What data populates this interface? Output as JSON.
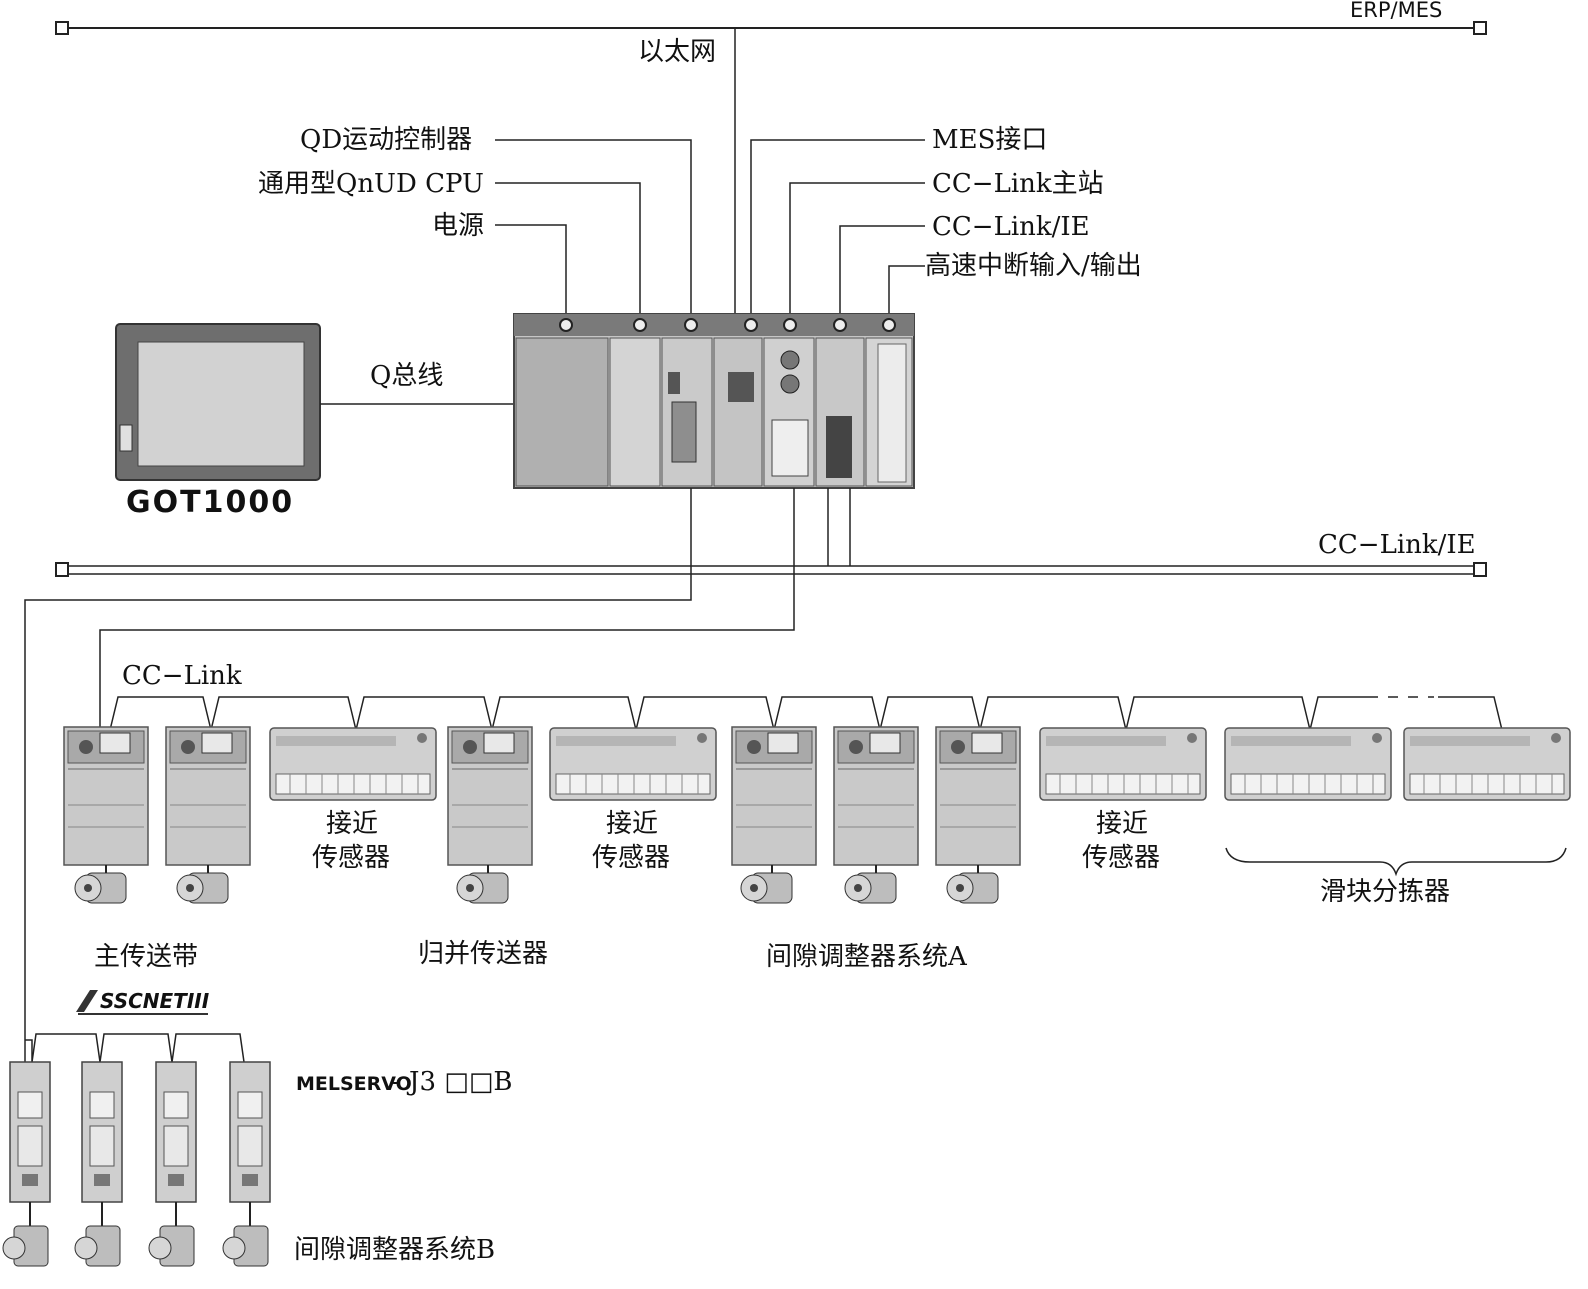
{
  "labels": {
    "erp_mes": "ERP/MES",
    "ethernet": "以太网",
    "qd_motion": "QD运动控制器",
    "qnud_cpu": "通用型QnUD CPU",
    "power": "电源",
    "mes_interface": "MES接口",
    "cclink_master": "CC−Link主站",
    "cclink_ie_module": "CC−Link/IE",
    "high_speed_io": "高速中断输入/输出",
    "q_bus": "Q总线",
    "got_logo": "GOT1000",
    "cclink_ie_network": "CC−Link/IE",
    "cclink_network": "CC−Link",
    "prox_sensor_1a": "接近",
    "prox_sensor_1b": "传感器",
    "prox_sensor_2a": "接近",
    "prox_sensor_2b": "传感器",
    "prox_sensor_3a": "接近",
    "prox_sensor_3b": "传感器",
    "slider_sorter": "滑块分拣器",
    "main_conveyor": "主传送带",
    "merge_conveyor": "归并传送器",
    "gap_system_a": "间隙调整器系统A",
    "sscnet_logo": "SSCNETIII",
    "melservo_logo": "MELSERVO",
    "melservo_model": "- J3 □□B",
    "gap_system_b": "间隙调整器系统B"
  },
  "colors": {
    "line": "#222222",
    "device_body": "#c8c8c8",
    "device_dark": "#7a7a7a",
    "screen": "#d4d4d4"
  }
}
